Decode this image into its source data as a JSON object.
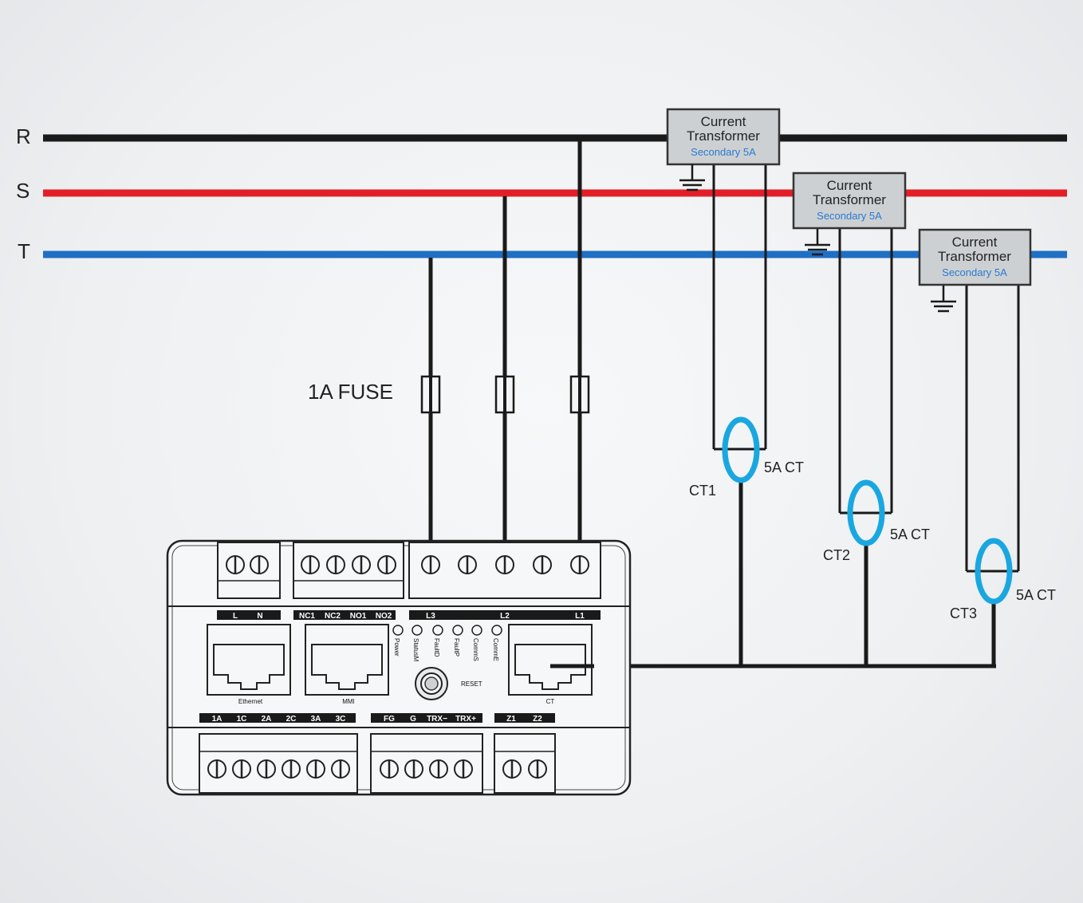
{
  "colors": {
    "phase_r": "#1a1a1a",
    "phase_s": "#e21f26",
    "phase_t": "#1f6fc4",
    "ct_ring": "#1aa7e0",
    "ct_box_fill": "#cdd0d3",
    "ct_secondary_text": "#2a7bd0"
  },
  "phases": {
    "r": "R",
    "s": "S",
    "t": "T"
  },
  "fuse_label": "1A FUSE",
  "current_transformers": [
    {
      "line1": "Current",
      "line2": "Transformer",
      "secondary": "Secondary 5A"
    },
    {
      "line1": "Current",
      "line2": "Transformer",
      "secondary": "Secondary 5A"
    },
    {
      "line1": "Current",
      "line2": "Transformer",
      "secondary": "Secondary 5A"
    }
  ],
  "ct_sensors": [
    {
      "name": "CT1",
      "rating": "5A CT"
    },
    {
      "name": "CT2",
      "rating": "5A CT"
    },
    {
      "name": "CT3",
      "rating": "5A CT"
    }
  ],
  "device": {
    "top_strips": {
      "power": [
        "L",
        "N"
      ],
      "relay": [
        "NC1",
        "NC2",
        "NO1",
        "NO2"
      ],
      "voltage": [
        "L3",
        "L2",
        "L1"
      ]
    },
    "ports": {
      "ethernet": "Ethernet",
      "mmi": "MMI",
      "ct": "CT"
    },
    "leds": [
      "Power",
      "StatusM",
      "FaultD",
      "FaultP",
      "CommS",
      "CommE"
    ],
    "reset": "RESET",
    "bottom_strips": {
      "ct_inputs": [
        "1A",
        "1C",
        "2A",
        "2C",
        "3A",
        "3C"
      ],
      "comm": [
        "FG",
        "G",
        "TRX−",
        "TRX+"
      ],
      "zone": [
        "Z1",
        "Z2"
      ]
    }
  }
}
